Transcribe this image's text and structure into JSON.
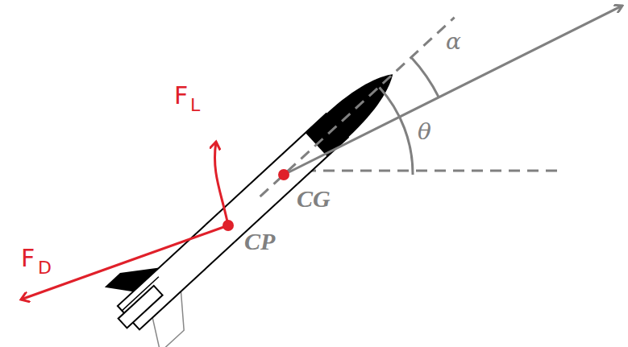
{
  "diagram": {
    "labels": [
      "α",
      "θ",
      "CG",
      "CP",
      "F",
      "L",
      "F",
      "D"
    ]
  }
}
